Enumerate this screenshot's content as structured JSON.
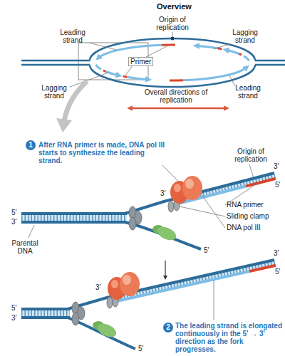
{
  "diagram": {
    "title": "Overview",
    "nodes": [
      {
        "text": [
          "1"
        ]
      },
      {
        "text": [
          "2"
        ]
      }
    ],
    "labels": [
      "Origin of replication",
      "Leading strand",
      "Lagging strand",
      "Primer",
      "Lagging strand",
      "Overall directions of replication",
      "Leading strand",
      "After RNA primer is made, DNA pol III starts to synthesize the leading strand.",
      "Origin of replication",
      "3'",
      "5'",
      "5'",
      "3'",
      "3'",
      "RNA primer",
      "Sliding clamp",
      "DNA pol III",
      "5'",
      "Parental DNA",
      "3'",
      "5'",
      "5'",
      "3'",
      "3'",
      "5'",
      "The leading strand is elongated continuously in the 5' → 3' direction as the fork progresses."
    ]
  }
}
